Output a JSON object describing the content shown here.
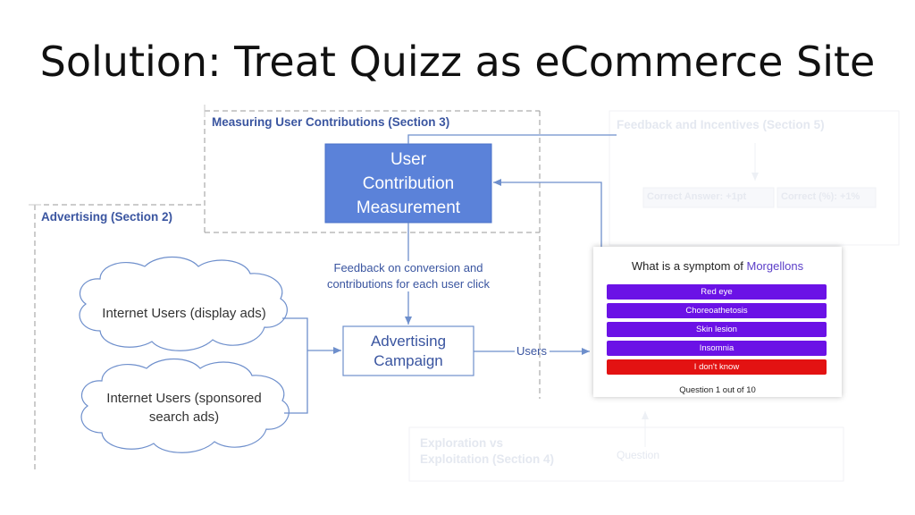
{
  "title": "Solution: Treat Quizz as eCommerce Site",
  "sections": {
    "measuring": "Measuring User Contributions (Section 3)",
    "advertising": "Advertising (Section 2)",
    "feedback_incentives": "Feedback and Incentives (Section 5)",
    "exploration_line1": "Exploration vs",
    "exploration_line2": "Exploitation (Section 4)"
  },
  "nodes": {
    "ucm_line1": "User",
    "ucm_line2": "Contribution",
    "ucm_line3": "Measurement",
    "campaign_line1": "Advertising",
    "campaign_line2": "Campaign",
    "cloud_display": "Internet Users (display ads)",
    "cloud_sponsored_line1": "Internet Users (sponsored",
    "cloud_sponsored_line2": "search ads)",
    "correct_answer": "Correct Answer: +1pt",
    "correct_pct": "Correct (%): +1%",
    "question": "Question"
  },
  "edge_labels": {
    "feedback_line1": "Feedback on conversion and",
    "feedback_line2": "contributions for each user click",
    "users": "Users"
  },
  "quiz": {
    "question_prefix": "What is a symptom of",
    "question_topic": "Morgellons",
    "options": [
      {
        "label": "Red eye",
        "color": "#6b12e6"
      },
      {
        "label": "Choreoathetosis",
        "color": "#6b12e6"
      },
      {
        "label": "Skin lesion",
        "color": "#6b12e6"
      },
      {
        "label": "Insomnia",
        "color": "#6b12e6"
      },
      {
        "label": "I don't know",
        "color": "#e31212"
      }
    ],
    "progress": "Question 1 out of 10"
  },
  "colors": {
    "accent_box": "#5b82d9",
    "line": "#6e8fcc",
    "dashed": "#9a9a9a",
    "label": "#3a55a0"
  }
}
